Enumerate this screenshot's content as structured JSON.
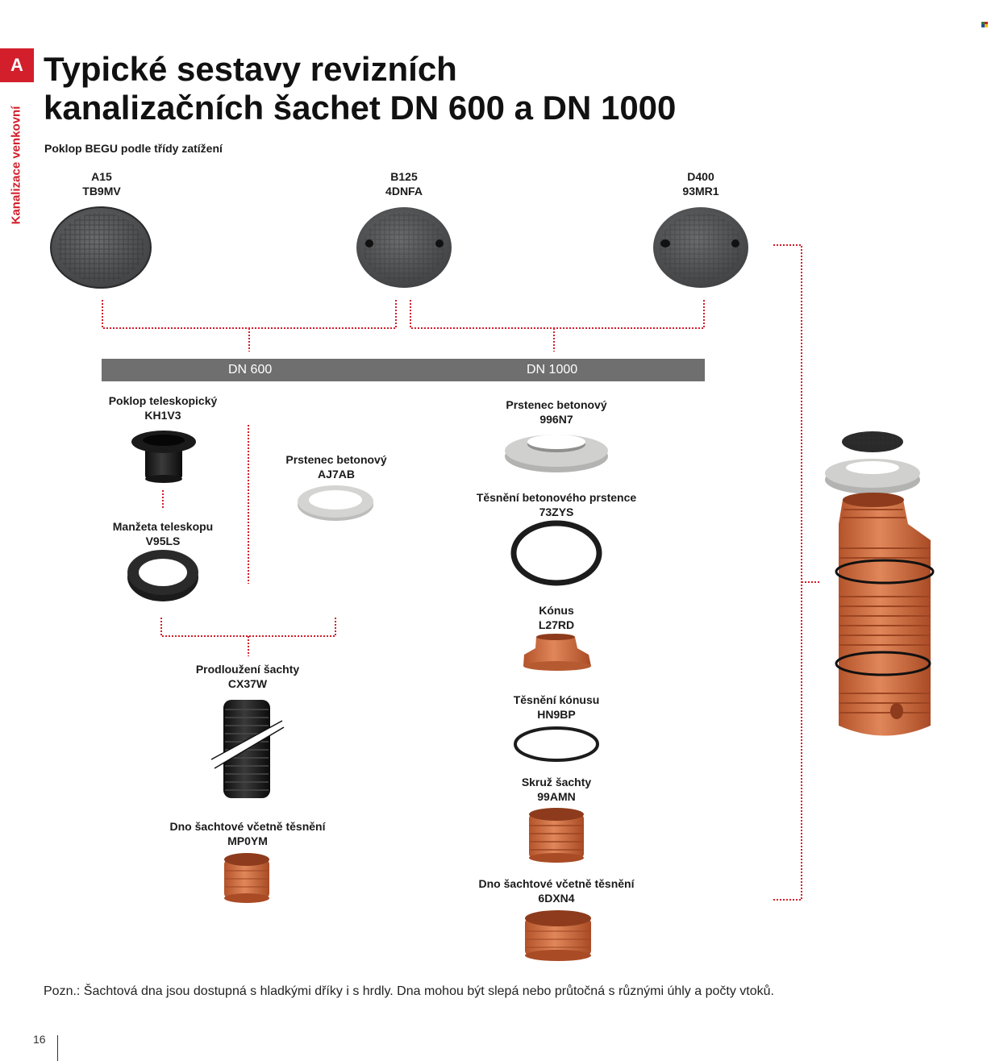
{
  "side": {
    "tab_letter": "A",
    "section_label": "Kanalizace venkovní"
  },
  "title_line1": "Typické sestavy revizních",
  "title_line2": "kanalizačních šachet DN 600 a DN 1000",
  "subtitle": "Poklop BEGU podle třídy zatížení",
  "covers": [
    {
      "cls": "A15",
      "code": "TB9MV"
    },
    {
      "cls": "B125",
      "code": "4DNFA"
    },
    {
      "cls": "D400",
      "code": "93MR1"
    }
  ],
  "band": {
    "left": "DN 600",
    "right": "DN 1000"
  },
  "dn600": {
    "telescope": {
      "name": "Poklop teleskopický",
      "code": "KH1V3"
    },
    "ring": {
      "name": "Prstenec betonový",
      "code": "AJ7AB"
    },
    "sleeve": {
      "name": "Manžeta teleskopu",
      "code": "V95LS"
    },
    "extension": {
      "name": "Prodloužení šachty",
      "code": "CX37W"
    },
    "base": {
      "name": "Dno šachtové včetně těsnění",
      "code": "MP0YM"
    }
  },
  "dn1000": {
    "ring": {
      "name": "Prstenec betonový",
      "code": "996N7"
    },
    "ring_seal": {
      "name": "Těsnění betonového prstence",
      "code": "73ZYS"
    },
    "cone": {
      "name": "Kónus",
      "code": "L27RD"
    },
    "cone_seal": {
      "name": "Těsnění kónusu",
      "code": "HN9BP"
    },
    "shaft": {
      "name": "Skruž šachty",
      "code": "99AMN"
    },
    "base": {
      "name": "Dno šachtové včetně těsnění",
      "code": "6DXN4"
    }
  },
  "note": "Pozn.: Šachtová dna jsou dostupná s hladkými dříky i s hrdly. Dna mohou být slepá nebo průtočná s různými úhly a počty vtoků.",
  "page_number": "16",
  "colors": {
    "accent_red": "#d21f2b",
    "band_grey": "#6f6f70",
    "pvc_orange": "#cf6a3c",
    "cover_grey": "#505254",
    "concrete": "#c9c9c7"
  },
  "icons": [
    "manhole-cover-icon",
    "telescopic-cover-icon",
    "concrete-ring-icon",
    "rubber-seal-icon",
    "cone-icon",
    "corrugated-pipe-icon",
    "shaft-base-icon",
    "shaft-ring-icon",
    "assembled-shaft-icon"
  ]
}
